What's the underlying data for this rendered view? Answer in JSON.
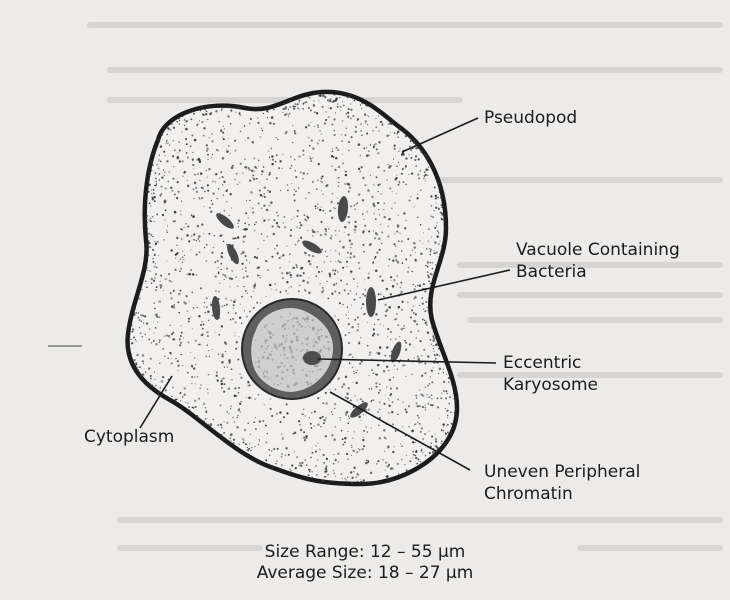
{
  "labels": {
    "pseudopod": "Pseudopod",
    "vacuole_line1": "Vacuole Containing",
    "vacuole_line2": "Bacteria",
    "karyosome_line1": "Eccentric",
    "karyosome_line2": "Karyosome",
    "cytoplasm": "Cytoplasm",
    "chromatin_line1": "Uneven Peripheral",
    "chromatin_line2": "Chromatin"
  },
  "caption": {
    "size_range": "Size Range: 12 – 55 µm",
    "average_size": "Average Size: 18 – 27 µm"
  },
  "colors": {
    "background": "#ecebea",
    "ink": "#1c1c1c",
    "nucleus_ring": "#5a5a5a",
    "nucleus_inner": "#c9c9c9",
    "karyosome": "#555555"
  }
}
